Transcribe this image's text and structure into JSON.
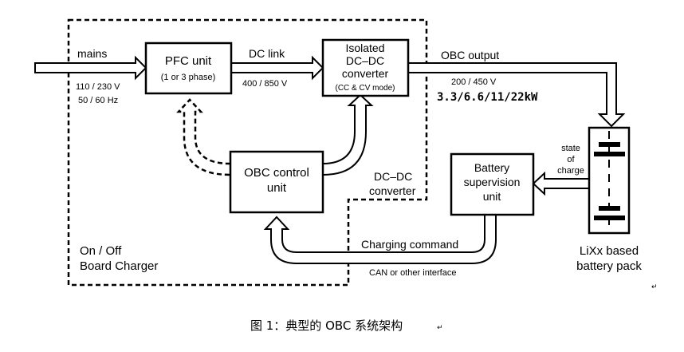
{
  "blocks": {
    "pfc_title": "PFC unit",
    "pfc_sub": "(1 or 3 phase)",
    "dcdc_l1": "Isolated",
    "dcdc_l2": "DC–DC",
    "dcdc_l3": "converter",
    "dcdc_l4": "(CC & CV mode)",
    "ctrl_l1": "OBC control",
    "ctrl_l2": "unit",
    "bsu_l1": "Battery",
    "bsu_l2": "supervision",
    "bsu_l3": "unit"
  },
  "labels": {
    "mains": "mains",
    "mains_v": "110 / 230 V",
    "mains_f": "50 / 60 Hz",
    "dclink": "DC link",
    "dclink_v": "400 / 850 V",
    "obc_output": "OBC output",
    "out_v": "200 / 450 V",
    "out_p": "3.3/6.6/11/22kW",
    "soc_l1": "state",
    "soc_l2": "of",
    "soc_l3": "charge",
    "dcdc_region_l1": "DC–DC",
    "dcdc_region_l2": "converter",
    "onoff_l1": "On / Off",
    "onoff_l2": "Board Charger",
    "charging_cmd": "Charging command",
    "can": "CAN or other interface",
    "battery_l1": "LiXx based",
    "battery_l2": "battery pack"
  },
  "caption": "图 1：典型的 OBC 系统架构"
}
